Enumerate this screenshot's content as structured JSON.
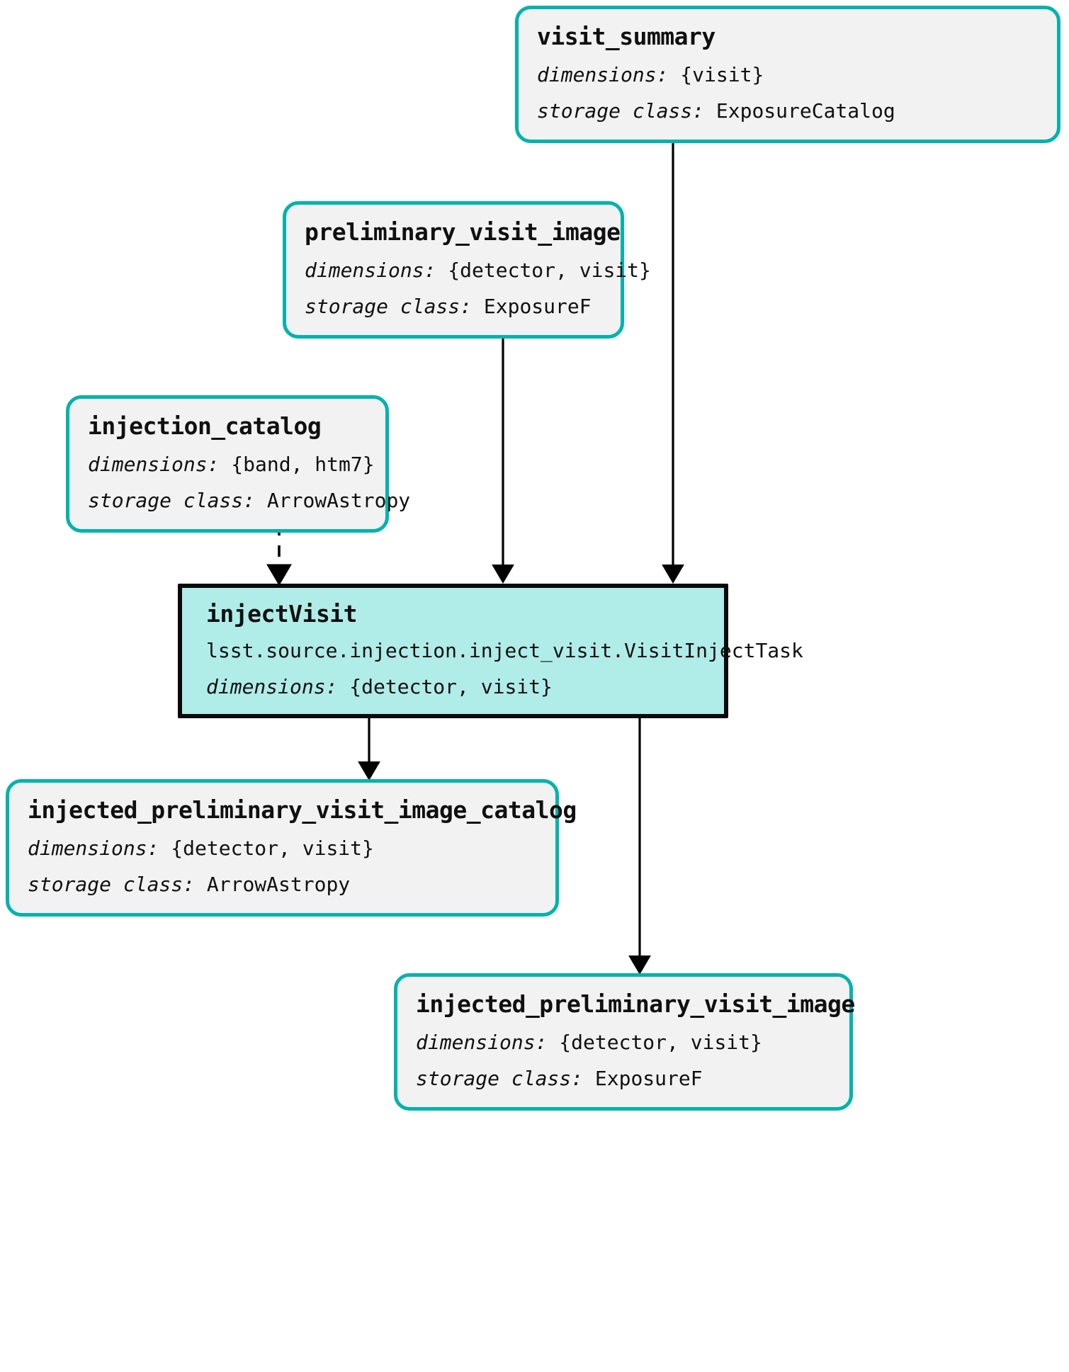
{
  "diagram": {
    "type": "pipeline-dag",
    "colors": {
      "dataset_border": "#00b3ad",
      "dataset_fill": "#f2f2f2",
      "task_border": "#0a0a0a",
      "task_fill": "#b0ece8",
      "edge": "#000000"
    },
    "labels": {
      "dimensions": "dimensions:",
      "storage_class": "storage class:"
    }
  },
  "nodes": {
    "visit_summary": {
      "title": "visit_summary",
      "kind": "dataset",
      "dimensions": "{visit}",
      "storage_class": "ExposureCatalog"
    },
    "preliminary_visit_image": {
      "title": "preliminary_visit_image",
      "kind": "dataset",
      "dimensions": "{detector, visit}",
      "storage_class": "ExposureF"
    },
    "injection_catalog": {
      "title": "injection_catalog",
      "kind": "dataset",
      "dimensions": "{band, htm7}",
      "storage_class": "ArrowAstropy"
    },
    "inject_visit": {
      "title": "injectVisit",
      "kind": "task",
      "task_class": "lsst.source.injection.inject_visit.VisitInjectTask",
      "dimensions": "{detector, visit}"
    },
    "injected_preliminary_visit_image_catalog": {
      "title": "injected_preliminary_visit_image_catalog",
      "kind": "dataset",
      "dimensions": "{detector, visit}",
      "storage_class": "ArrowAstropy"
    },
    "injected_preliminary_visit_image": {
      "title": "injected_preliminary_visit_image",
      "kind": "dataset",
      "dimensions": "{detector, visit}",
      "storage_class": "ExposureF"
    }
  },
  "edges": [
    {
      "from": "visit_summary",
      "to": "inject_visit",
      "style": "solid"
    },
    {
      "from": "preliminary_visit_image",
      "to": "inject_visit",
      "style": "solid"
    },
    {
      "from": "injection_catalog",
      "to": "inject_visit",
      "style": "dashed"
    },
    {
      "from": "inject_visit",
      "to": "injected_preliminary_visit_image_catalog",
      "style": "solid"
    },
    {
      "from": "inject_visit",
      "to": "injected_preliminary_visit_image",
      "style": "solid"
    }
  ]
}
